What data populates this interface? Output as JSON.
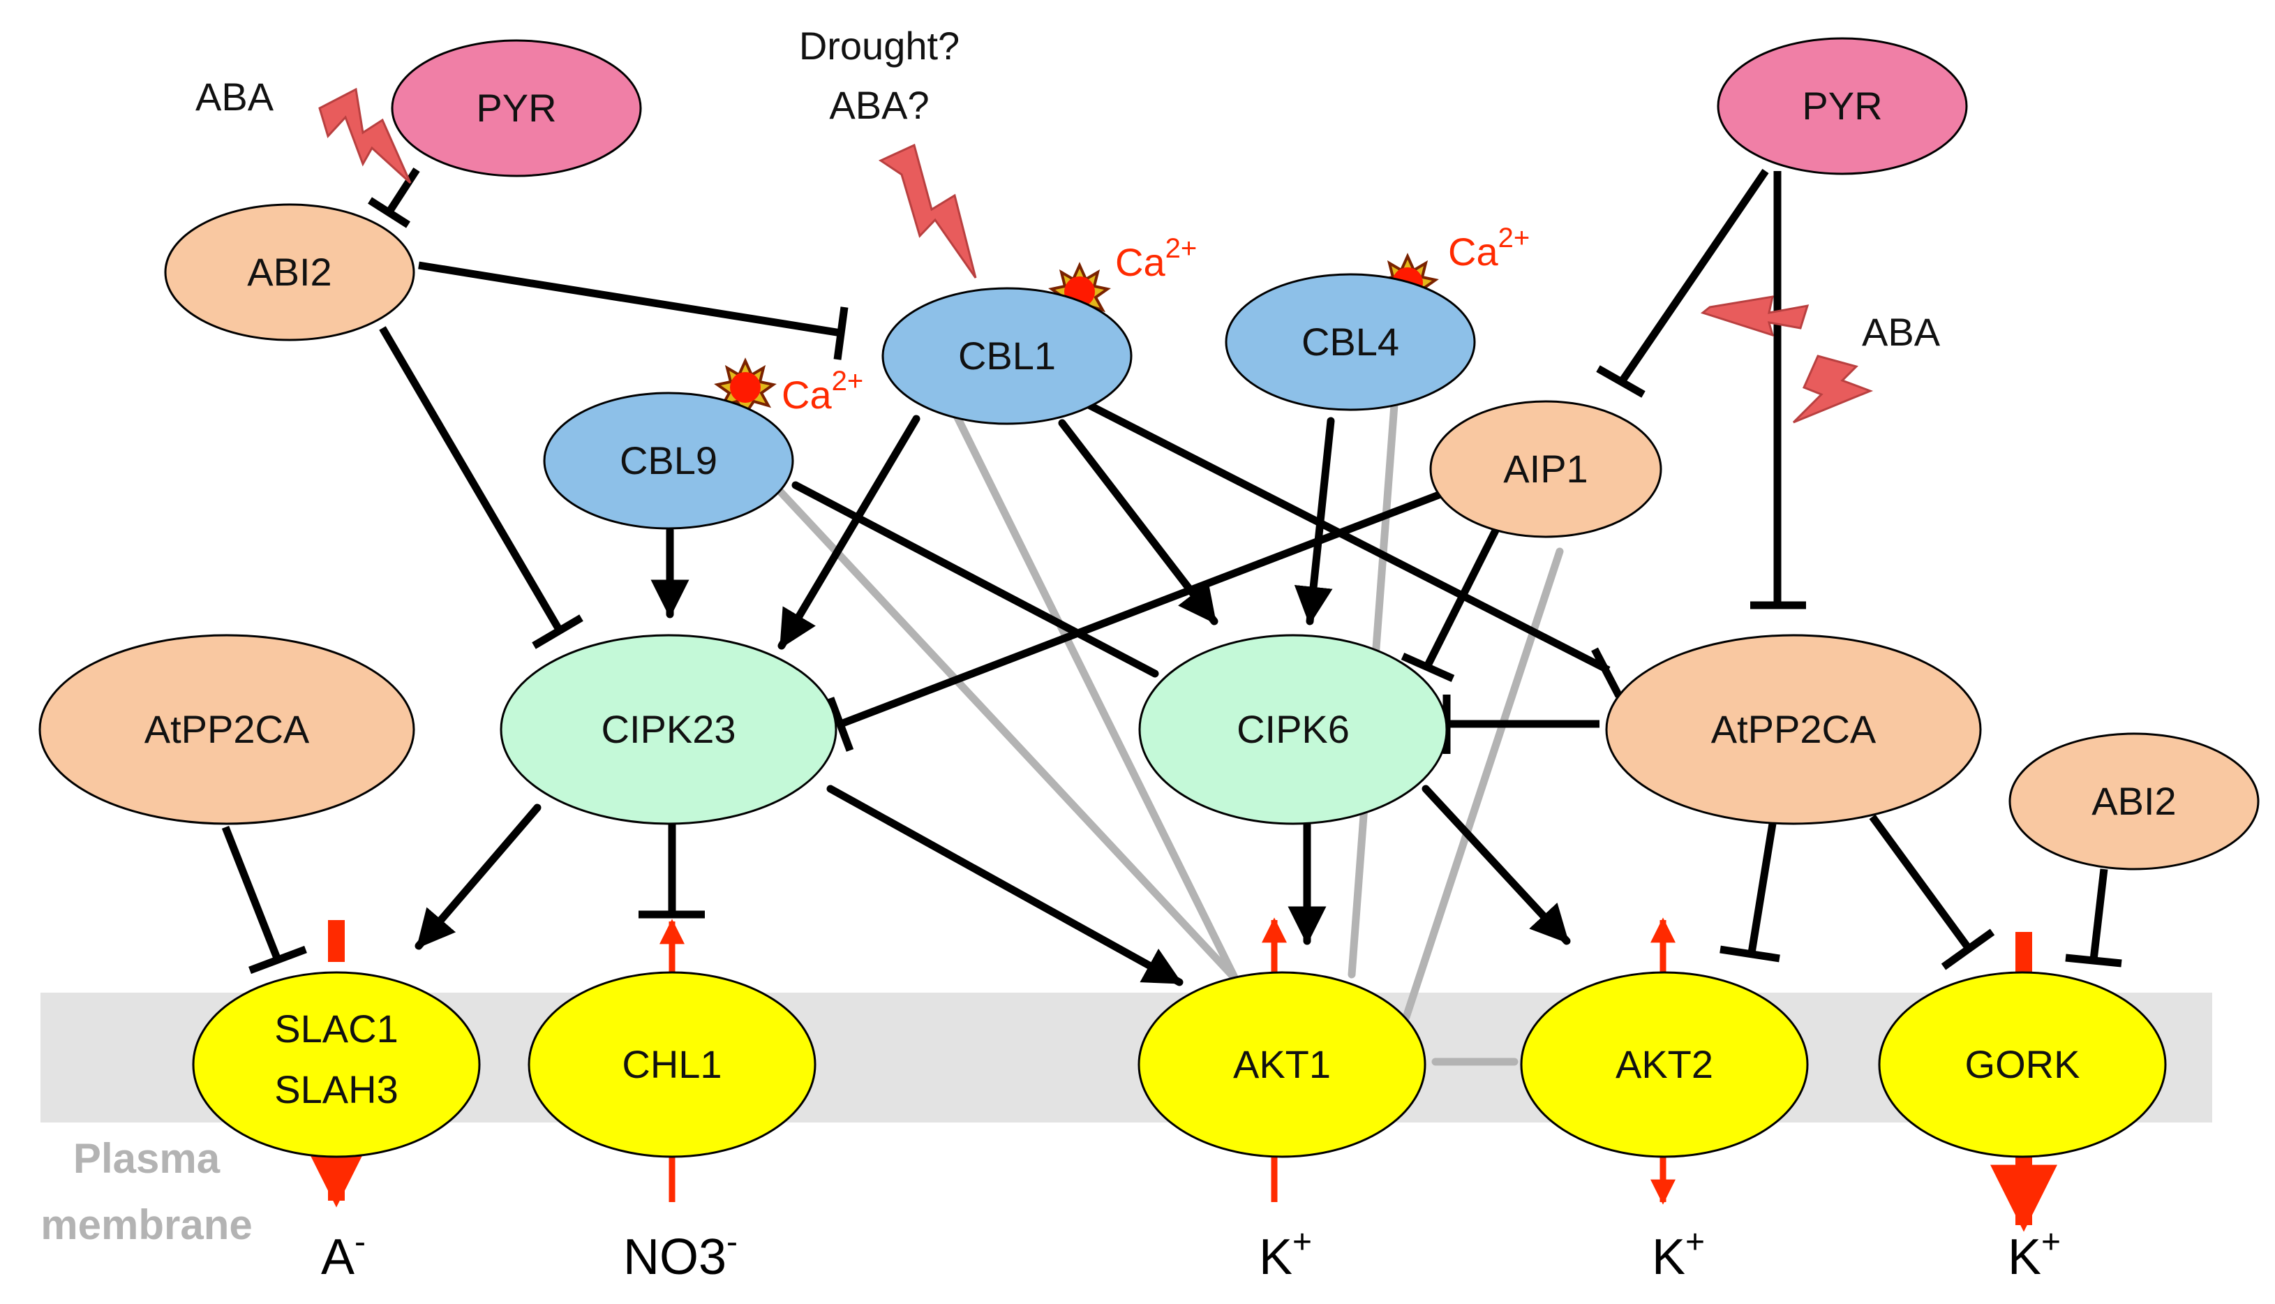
{
  "colors": {
    "receptor": "#f07fa6",
    "phosphatase": "#f9c8a1",
    "sensor": "#8dc0e8",
    "kinase": "#c4f9d8",
    "channel": "#ffff00",
    "activation": "#000000",
    "inhibition": "#000000",
    "interaction": "#b3b3b3",
    "ion_flux": "#ff2a00",
    "membrane": "#e3e3e3",
    "signal": "#e85c5c"
  },
  "nodes": {
    "pyr_left": "PYR",
    "abi2_left": "ABI2",
    "cbl1": "CBL1",
    "cbl9": "CBL9",
    "cbl4": "CBL4",
    "pyr_right": "PYR",
    "aip1": "AIP1",
    "atpp2ca_left": "AtPP2CA",
    "cipk23": "CIPK23",
    "cipk6": "CIPK6",
    "atpp2ca_right": "AtPP2CA",
    "abi2_right": "ABI2",
    "slac1_slah3": [
      "SLAC1",
      "SLAH3"
    ],
    "chl1": "CHL1",
    "akt1": "AKT1",
    "akt2": "AKT2",
    "gork": "GORK"
  },
  "stimuli": {
    "aba_left": "ABA",
    "drought_question": "Drought?",
    "aba_question": "ABA?",
    "aba_right": "ABA"
  },
  "calcium": {
    "label": "Ca",
    "superscript": "2+"
  },
  "membrane": {
    "label_line1": "Plasma",
    "label_line2": "membrane"
  },
  "ions": {
    "anion": {
      "base": "A",
      "sup": "-"
    },
    "nitrate": {
      "base": "NO3",
      "sup": "-"
    },
    "k_akt1": {
      "base": "K",
      "sup": "+"
    },
    "k_akt2": {
      "base": "K",
      "sup": "+"
    },
    "k_gork": {
      "base": "K",
      "sup": "+"
    }
  },
  "edges": {
    "activation": [
      [
        "cbl9",
        "cipk23"
      ],
      [
        "cbl1",
        "cipk23"
      ],
      [
        "cbl1",
        "cipk6"
      ],
      [
        "cbl4",
        "cipk6"
      ],
      [
        "cbl9",
        "cipk6"
      ],
      [
        "cipk23",
        "slac1_slah3"
      ],
      [
        "cipk23",
        "akt1"
      ],
      [
        "cipk6",
        "akt1"
      ],
      [
        "cipk6",
        "akt2"
      ]
    ],
    "inhibition": [
      [
        "pyr_left",
        "abi2_left"
      ],
      [
        "abi2_left",
        "cbl1"
      ],
      [
        "abi2_left",
        "cipk23"
      ],
      [
        "pyr_right",
        "aip1"
      ],
      [
        "pyr_right",
        "atpp2ca_right"
      ],
      [
        "aip1",
        "cipk23"
      ],
      [
        "aip1",
        "cipk6"
      ],
      [
        "cbl1",
        "atpp2ca_right"
      ],
      [
        "atpp2ca_right",
        "cipk6"
      ],
      [
        "atpp2ca_right",
        "akt2"
      ],
      [
        "atpp2ca_right",
        "gork"
      ],
      [
        "abi2_right",
        "gork"
      ],
      [
        "atpp2ca_left",
        "slac1_slah3"
      ],
      [
        "cipk23",
        "chl1"
      ]
    ],
    "interaction": [
      [
        "cbl9",
        "akt1"
      ],
      [
        "cbl1",
        "akt1"
      ],
      [
        "cbl4",
        "akt1"
      ],
      [
        "aip1",
        "akt1"
      ],
      [
        "akt1",
        "akt2"
      ]
    ]
  }
}
